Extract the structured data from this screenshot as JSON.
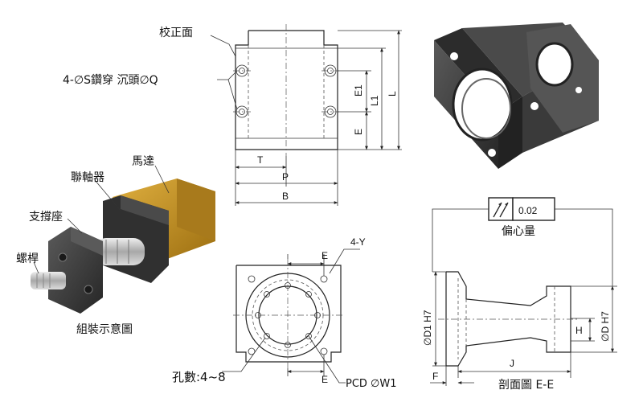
{
  "labels": {
    "calibration_face": "校正面",
    "mount_hole": "4-∅S鑽穿  沉頭∅Q",
    "motor": "馬達",
    "coupling": "聯軸器",
    "support_seat": "支撐座",
    "screw_rod": "螺桿",
    "assembly_diagram": "組裝示意圖",
    "eccentricity": "偏心量",
    "hole_count": "孔數:4~8",
    "pcd": "PCD ∅W1",
    "section_view": "剖面圖 E-E"
  },
  "dimensions": {
    "E1": "E1",
    "L1": "L1",
    "L": "L",
    "E_side": "E",
    "T": "T",
    "P": "P",
    "B": "B",
    "Y": "4-Y",
    "E_top": "E",
    "E_bottom": "E",
    "D1": "∅D1 H7",
    "D": "∅D H7",
    "H": "H",
    "J": "J",
    "F": "F"
  },
  "tolerance": {
    "symbol": "runout-arrows-icon",
    "value": "0.02"
  },
  "colors": {
    "body_dark": "#3a3a3a",
    "body_mid": "#555555",
    "motor_gold": "#c8962a",
    "coupling_silver": "#c8c8c8"
  }
}
